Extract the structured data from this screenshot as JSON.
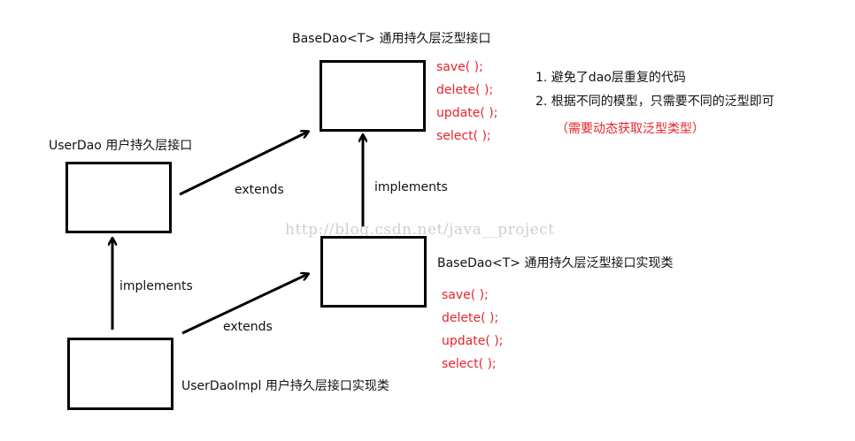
{
  "base_dao": {
    "title": "BaseDao<T> 通用持久层泛型接口",
    "methods": [
      "save( );",
      "delete( );",
      "update( );",
      "select( );"
    ]
  },
  "base_dao_impl": {
    "title": "BaseDao<T> 通用持久层泛型接口实现类",
    "methods": [
      "save( );",
      "delete( );",
      "update( );",
      "select( );"
    ]
  },
  "user_dao": {
    "title": "UserDao 用户持久层接口"
  },
  "user_dao_impl": {
    "title": "UserDaoImpl 用户持久层接口实现类"
  },
  "edges": {
    "userdao_to_basedao": "extends",
    "impl_to_basedao": "implements",
    "userdaoimpl_to_userdao": "implements",
    "userdaoimpl_to_baseimpl": "extends"
  },
  "notes": {
    "items": [
      "1. 避免了dao层重复的代码",
      "2. 根据不同的模型，只需要不同的泛型即可"
    ],
    "highlight": "（需要动态获取泛型类型）"
  },
  "watermark": "http://blog.csdn.net/java__project",
  "colors": {
    "method_text": "#e8242b",
    "line": "#000000",
    "watermark": "#cfcfcf"
  }
}
